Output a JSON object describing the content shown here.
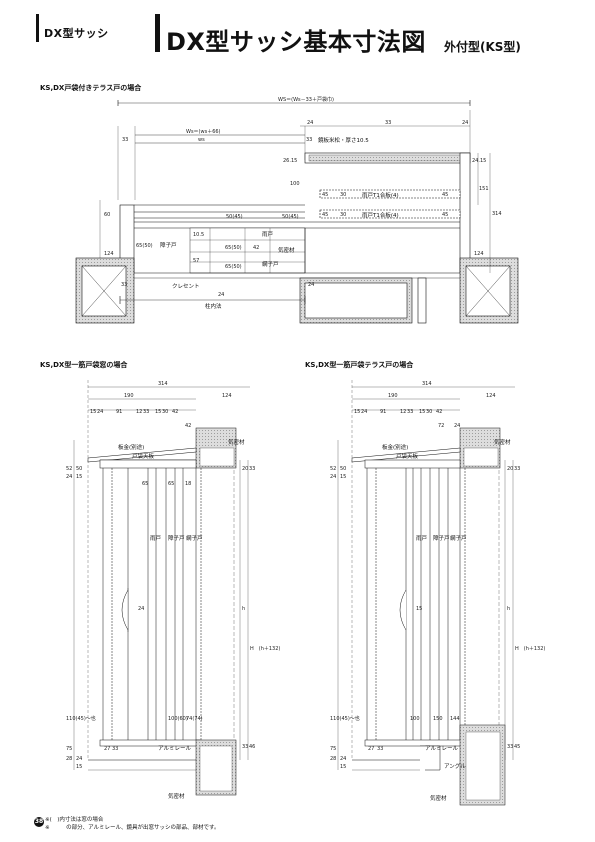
{
  "header": {
    "brand": "DX型サッシ",
    "title": "DX型サッシ基本寸法図",
    "subtitle": "外付型(KS型)"
  },
  "sections": {
    "top": "KS,DX戸袋付きテラス戸の場合",
    "bottom_left": "KS,DX型一筋戸袋窓の場合",
    "bottom_right": "KS,DX型一筋戸袋テラス戸の場合"
  },
  "top_drawing": {
    "ws_total": "WS＝(Ws－33＋戸袋巾)",
    "ws_inner": "Ws＝(ws＋66)",
    "ws_small": "ws",
    "plate": "鏡板米松・厚さ10.5",
    "amado1": "雨戸T1合板(4)",
    "amado2": "雨戸T1合板(4)",
    "shoji": "障子戸",
    "amado": "雨戸",
    "amimado": "網子戸",
    "kimitsu": "気密材",
    "crescent": "クレセント",
    "hashira": "柱内法",
    "dims": {
      "d33a": "33",
      "d33b": "33",
      "d24a": "24",
      "d24b": "24",
      "d24c": "24",
      "d100": "100",
      "d151": "151",
      "d314": "314",
      "d60": "60",
      "d124a": "124",
      "d124b": "124",
      "d45a": "45",
      "d45b": "45",
      "d45c": "45",
      "d45d": "45",
      "d30a": "30",
      "d30b": "30",
      "d50a": "50(45)",
      "d50b": "50(45)",
      "d65a": "65(50)",
      "d65b": "65(50)",
      "d65c": "65(50)",
      "d42": "42",
      "d57": "57",
      "d1015": "10.5",
      "d2615": "26.15",
      "d2415": "24.15",
      "d33c": "33",
      "d33d": "33",
      "d24d": "24"
    }
  },
  "bottom_left_drawing": {
    "d314": "314",
    "d190": "190",
    "d124": "124",
    "row": [
      "15",
      "24",
      "91",
      "12",
      "33",
      "15",
      "30",
      "42"
    ],
    "d42": "42",
    "itakin": "板金(別途)",
    "tobukuro": "戸袋天板",
    "kimitsu1": "気密材",
    "amado": "雨戸",
    "shoji": "障子戸",
    "amimado": "網子戸",
    "h": "h",
    "H": "H　(h＋132)",
    "alumi": "アルミレール",
    "kimitsu2": "気密材",
    "left_dims": [
      "52",
      "24",
      "50",
      "15"
    ],
    "right_dims": [
      "20",
      "33"
    ],
    "bottom_dims": [
      "75",
      "28",
      "24",
      "15"
    ],
    "bottom_right_dims": [
      "33",
      "46"
    ],
    "d110": "110(45)～也",
    "d100": "100(60)",
    "d74": "74(74)",
    "d27": "27",
    "d33": "33",
    "d24": "24",
    "d65": "65",
    "d65b": "65",
    "d18": "18"
  },
  "bottom_right_drawing": {
    "d314": "314",
    "d190": "190",
    "d124": "124",
    "row": [
      "15",
      "24",
      "91",
      "12",
      "33",
      "15",
      "30",
      "42"
    ],
    "d72": "72",
    "d24": "24",
    "itakin": "板金(別途)",
    "tobukuro": "戸袋天板",
    "kimitsu1": "気密材",
    "amado": "雨戸",
    "shoji": "障子戸",
    "amimado": "網子戸",
    "h": "h",
    "H": "H　(h＋132)",
    "alumi": "アルミレール",
    "angle": "アングル",
    "kimitsu2": "気密材",
    "left_dims": [
      "52",
      "24",
      "50",
      "15"
    ],
    "right_dims": [
      "20",
      "33"
    ],
    "bottom_dims": [
      "75",
      "28",
      "24",
      "15"
    ],
    "bottom_right_dims": [
      "33",
      "45"
    ],
    "d110": "110(45)～也",
    "d100": "100",
    "d150": "150",
    "d144": "144",
    "d27": "27",
    "d33": "33",
    "d15": "15"
  },
  "footer": {
    "note1": "※(　)内寸法は窓の場合",
    "note2": "※　　　の部分、アルミレール、鏡具が出窓サッシの部品、部材です。",
    "page": "38"
  }
}
